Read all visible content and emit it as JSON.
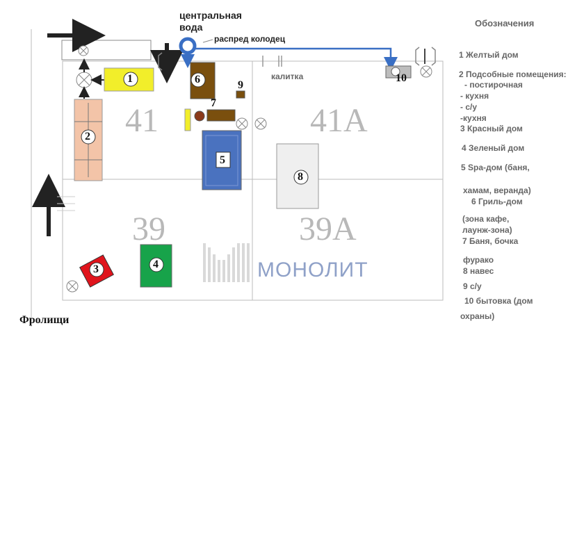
{
  "top_labels": {
    "central_water": "центральная вода",
    "distribution_well": "распред колодец",
    "gate": "калитка",
    "village": "Фролищи"
  },
  "plots": [
    "41",
    "41A",
    "39",
    "39A"
  ],
  "buildings": [
    "1",
    "2",
    "3",
    "4",
    "5",
    "6",
    "7",
    "8",
    "9",
    "10"
  ],
  "watermark": "МОНОЛИТ",
  "legend": {
    "title": "Обозначения",
    "items": [
      "1 Желтый дом",
      "2 Подсобные помещения:",
      "- постирочная",
      "- кухня",
      "- с/у",
      "-кухня",
      "3 Красный дом",
      "4 Зеленый дом",
      "5 Spa-дом (баня,",
      "хамам, веранда)",
      "6 Гриль-дом",
      "(зона кафе,",
      "лаунж-зона)",
      "7 Баня, бочка",
      "фурако",
      "8 навес",
      "9 с/у",
      "10 бытовка (дом",
      "охраны)"
    ]
  },
  "colors": {
    "yellow": "#f2ee2a",
    "peach": "#f3c4a8",
    "red": "#e0141c",
    "green": "#17a34a",
    "blue": "#4a72bf",
    "brown": "#7a4f0e",
    "water": "#3a6fc4"
  }
}
